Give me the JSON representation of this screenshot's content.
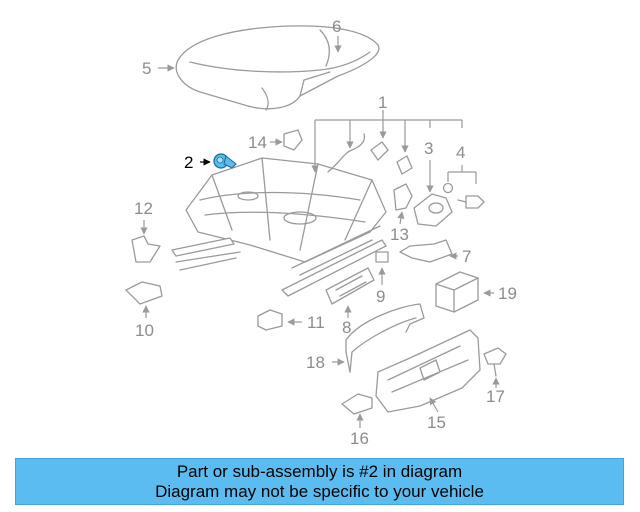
{
  "callouts": {
    "c1": "1",
    "c2": "2",
    "c3": "3",
    "c4": "4",
    "c5": "5",
    "c6": "6",
    "c7": "7",
    "c8": "8",
    "c9": "9",
    "c10": "10",
    "c11": "11",
    "c12": "12",
    "c13": "13",
    "c14": "14",
    "c15": "15",
    "c16": "16",
    "c17": "17",
    "c18": "18",
    "c19": "19"
  },
  "highlighted_part": "2",
  "colors": {
    "highlight": "#5bbcf1",
    "part_line": "#9a9a9a",
    "caption_bg": "#5bbcf1"
  },
  "caption": {
    "line1": "Part or sub-assembly is #2 in diagram",
    "line2": "Diagram may not be specific to your vehicle"
  }
}
